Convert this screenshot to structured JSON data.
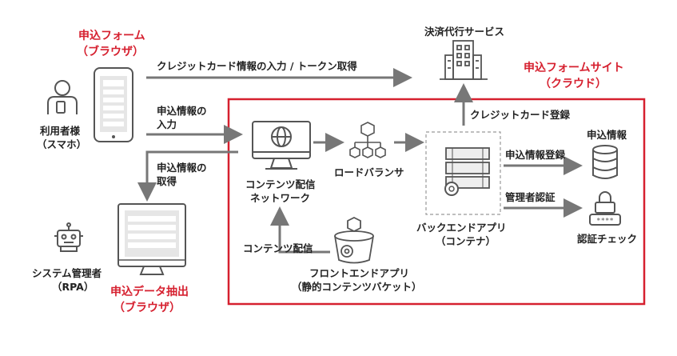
{
  "labels": {
    "form_browser": "申込フォーム",
    "form_browser_sub": "（ブラウザ）",
    "user_line1": "利用者様",
    "user_line2": "（スマホ）",
    "credit_input": "クレジットカード情報の入力 / トークン取得",
    "payment_service": "決済代行サービス",
    "form_site": "申込フォームサイト",
    "form_site_sub": "（クラウド）",
    "credit_register": "クレジットカード登録",
    "apply_input_1": "申込情報の",
    "apply_input_2": "入力",
    "apply_get_1": "申込情報の",
    "apply_get_2": "取得",
    "cdn_1": "コンテンツ配信",
    "cdn_2": "ネットワーク",
    "load_balancer": "ロードバランサ",
    "apply_info": "申込情報",
    "apply_register": "申込情報登録",
    "admin_auth": "管理者認証",
    "auth_check": "認証チェック",
    "backend_1": "バックエンドアプリ",
    "backend_2": "（コンテナ）",
    "content_delivery": "コンテンツ配信",
    "frontend_1": "フロントエンドアプリ",
    "frontend_2": "（静的コンテンツバケット）",
    "sysadmin_1": "システム管理者",
    "sysadmin_2": "（RPA）",
    "data_extract": "申込データ抽出",
    "data_extract_sub": "（ブラウザ）"
  },
  "colors": {
    "accent_red": "#d6202f",
    "arrow_gray": "#777777",
    "icon_gray": "#555555"
  }
}
